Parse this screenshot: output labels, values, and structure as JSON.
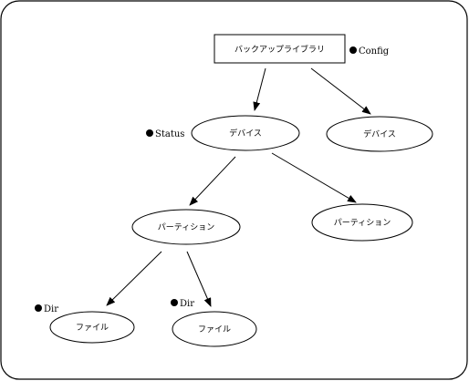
{
  "diagram": {
    "nodes": {
      "library": "バックアップライブラリ",
      "device_1": "デバイス",
      "device_2": "デバイス",
      "partition_1": "パーティション",
      "partition_2": "パーティション",
      "file_1": "ファイル",
      "file_2": "ファイル"
    },
    "labels": {
      "config": "Config",
      "status": "Status",
      "dir_1": "Dir",
      "dir_2": "Dir"
    },
    "colors": {
      "stroke": "#000000",
      "background": "#ffffff"
    }
  }
}
